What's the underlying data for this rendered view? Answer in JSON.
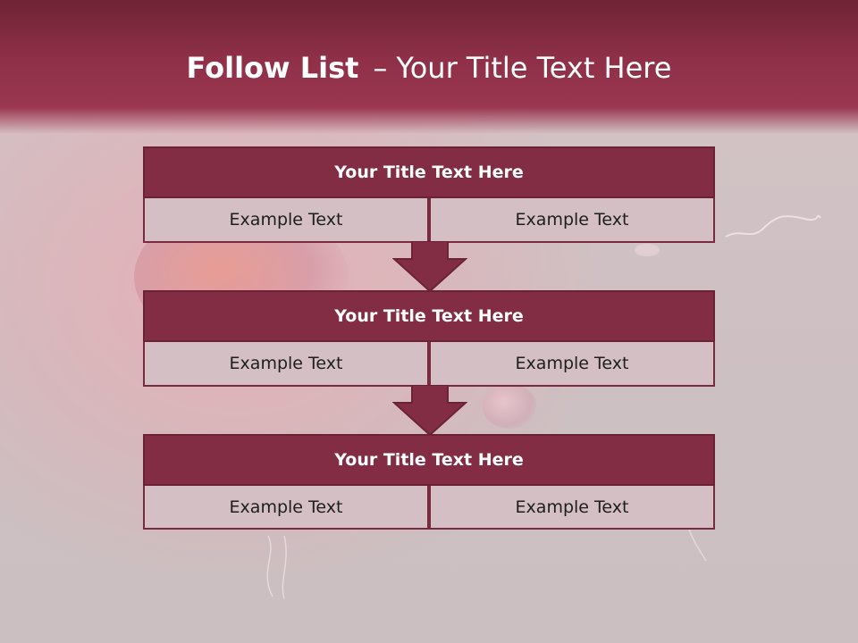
{
  "slide": {
    "title_bold": "Follow List",
    "title_sep": "–",
    "title_rest": "Your Title Text Here",
    "colors": {
      "header": "#8f3048",
      "box_title": "#832d44",
      "box_cell": "#d3bfc4"
    }
  },
  "blocks": [
    {
      "title": "Your Title Text Here",
      "cells": [
        "Example Text",
        "Example Text"
      ]
    },
    {
      "title": "Your Title Text Here",
      "cells": [
        "Example Text",
        "Example Text"
      ]
    },
    {
      "title": "Your Title Text Here",
      "cells": [
        "Example Text",
        "Example Text"
      ]
    }
  ],
  "connectors": [
    "down-arrow-icon",
    "down-arrow-icon"
  ]
}
